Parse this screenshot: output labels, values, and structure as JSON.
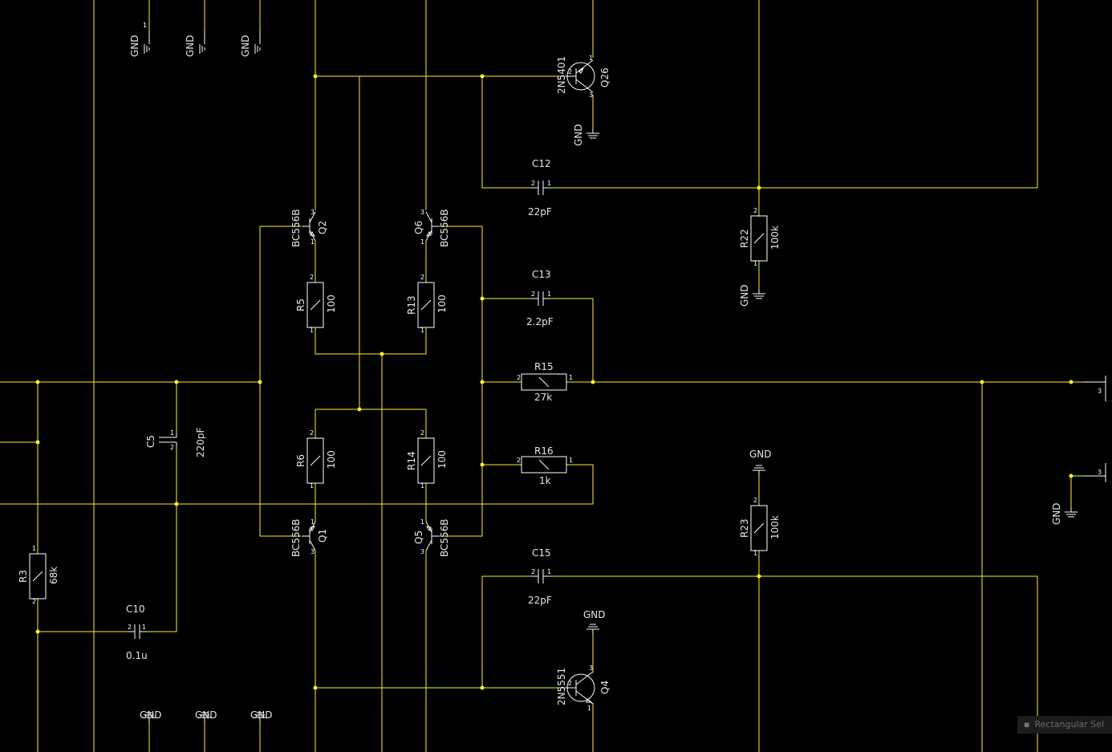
{
  "colors": {
    "background": "#000000",
    "wire": "#ffee2c",
    "component": "#ffffff",
    "label": "#e6e6e6"
  },
  "gnd_label": "GND",
  "components": {
    "Q26": {
      "designator": "Q26",
      "value": "2N5401",
      "pins": [
        "1",
        "2",
        "3"
      ]
    },
    "Q2": {
      "designator": "Q2",
      "value": "BC556B",
      "pins": [
        "1",
        "2",
        "3"
      ]
    },
    "Q6": {
      "designator": "Q6",
      "value": "BC556B",
      "pins": [
        "1",
        "2",
        "3"
      ]
    },
    "Q1": {
      "designator": "Q1",
      "value": "BC556B",
      "pins": [
        "1",
        "2",
        "3"
      ]
    },
    "Q5": {
      "designator": "Q5",
      "value": "BC556B",
      "pins": [
        "1",
        "2",
        "3"
      ]
    },
    "Q4": {
      "designator": "Q4",
      "value": "2N5551",
      "pins": [
        "1",
        "2",
        "3"
      ]
    },
    "C12": {
      "designator": "C12",
      "value": "22pF",
      "pins": [
        "2",
        "1"
      ]
    },
    "C13": {
      "designator": "C13",
      "value": "2.2pF",
      "pins": [
        "2",
        "1"
      ]
    },
    "C15": {
      "designator": "C15",
      "value": "22pF",
      "pins": [
        "2",
        "1"
      ]
    },
    "C5": {
      "designator": "C5",
      "value": "220pF",
      "pins": [
        "1",
        "2"
      ]
    },
    "C10": {
      "designator": "C10",
      "value": "0.1u",
      "pins": [
        "2",
        "1"
      ]
    },
    "R5": {
      "designator": "R5",
      "value": "100",
      "pins": [
        "2",
        "1"
      ]
    },
    "R13": {
      "designator": "R13",
      "value": "100",
      "pins": [
        "2",
        "1"
      ]
    },
    "R6": {
      "designator": "R6",
      "value": "100",
      "pins": [
        "2",
        "1"
      ]
    },
    "R14": {
      "designator": "R14",
      "value": "100",
      "pins": [
        "2",
        "1"
      ]
    },
    "R15": {
      "designator": "R15",
      "value": "27k",
      "pins": [
        "2",
        "1"
      ]
    },
    "R16": {
      "designator": "R16",
      "value": "1k",
      "pins": [
        "2",
        "1"
      ]
    },
    "R22": {
      "designator": "R22",
      "value": "100k",
      "pins": [
        "2",
        "1"
      ]
    },
    "R23": {
      "designator": "R23",
      "value": "100k",
      "pins": [
        "2",
        "1"
      ]
    },
    "R3": {
      "designator": "R3",
      "value": "68k",
      "pins": [
        "1",
        "2"
      ]
    }
  },
  "edge_pins": [
    "3",
    "3"
  ],
  "tooltip": {
    "text": "Rectangular Sel",
    "icon": "selection-icon"
  }
}
